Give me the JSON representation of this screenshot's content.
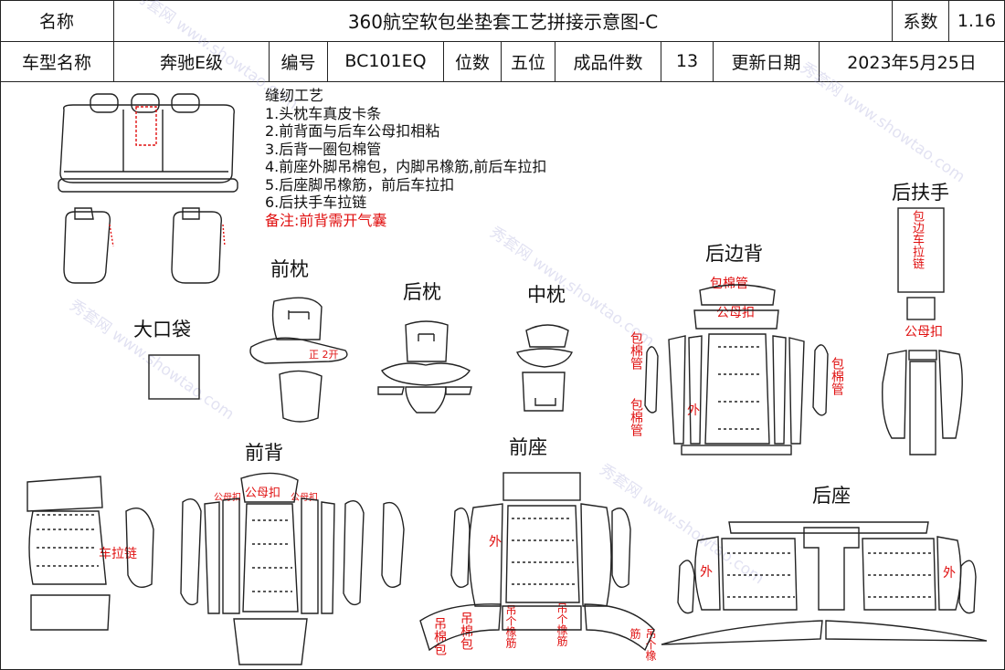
{
  "header": {
    "name_label": "名称",
    "title": "360航空软包坐垫套工艺拼接示意图-C",
    "coef_label": "系数",
    "coef_value": "1.16",
    "model_label": "车型名称",
    "model_value": "奔驰E级",
    "code_label": "编号",
    "code_value": "BC101EQ",
    "seats_label": "位数",
    "seats_value": "五位",
    "pieces_label": "成品件数",
    "pieces_value": "13",
    "date_label": "更新日期",
    "date_value": "2023年5月25日"
  },
  "notes": {
    "title": "缝纫工艺",
    "items": [
      "1.头枕车真皮卡条",
      "2.前背面与后车公母扣相粘",
      "3.后背一圈包棉管",
      "4.前座外脚吊棉包，内脚吊橡筋,前后车拉扣",
      "5.后座脚吊橡筋，前后车拉扣",
      "6.后扶手车拉链"
    ],
    "remark": "备注:前背需开气囊"
  },
  "sections": {
    "front_pillow": "前枕",
    "rear_pillow": "后枕",
    "mid_pillow": "中枕",
    "rear_side_back": "后边背",
    "rear_armrest": "后扶手",
    "big_pocket": "大口袋",
    "front_back": "前背",
    "front_seat": "前座",
    "rear_seat": "后座"
  },
  "annotations": {
    "front_pillow_slot": "正 2开",
    "wrap_cotton_pipe": "包棉管",
    "snap_fastener": "公母扣",
    "outer": "外",
    "zipper": "车拉链",
    "mother_snap_left": "公母扣",
    "mother_snap_right": "公母扣",
    "mother_snap_center": "公母扣",
    "wrap_edge": "包边车拉链",
    "hang_cotton_bag": "吊棉包",
    "hang_elastic": "吊个橡筋"
  },
  "watermark": "秀套网 www.showtao.com",
  "colors": {
    "line": "#222222",
    "red": "#e01010",
    "watermark": "#9696d2"
  }
}
